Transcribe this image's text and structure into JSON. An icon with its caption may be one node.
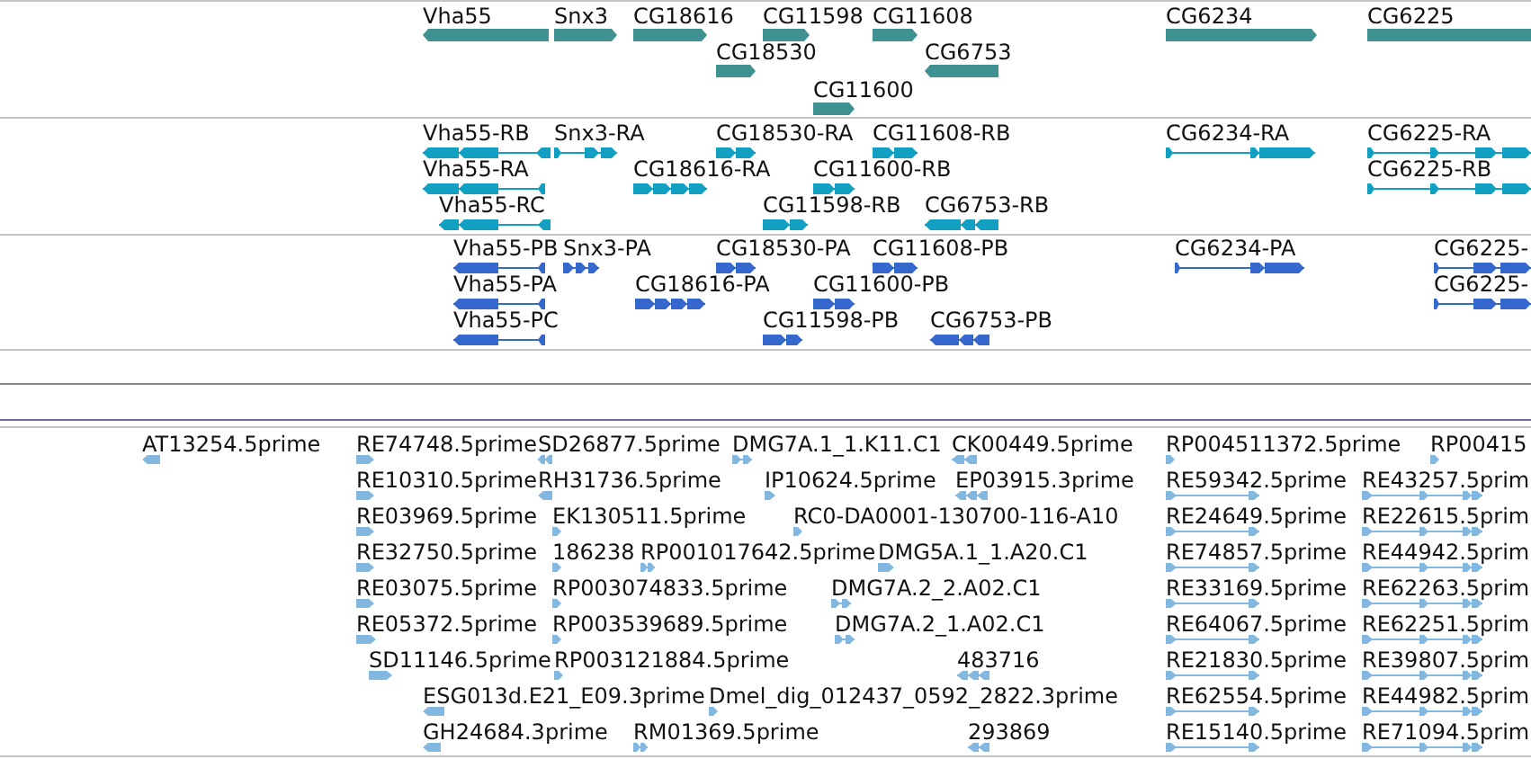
{
  "diagram": {
    "nodes": [
      {
        "text": [
          "Vha55"
        ]
      },
      {
        "text": [
          "Snx3"
        ]
      },
      {
        "text": [
          "CG18616"
        ]
      },
      {
        "text": [
          "CG11598"
        ]
      },
      {
        "text": [
          "CG11608"
        ]
      },
      {
        "text": [
          "CG6234"
        ]
      },
      {
        "text": [
          "CG6225"
        ]
      },
      {
        "text": [
          "CG18530"
        ]
      },
      {
        "text": [
          "CG6753"
        ]
      },
      {
        "text": [
          "CG11600"
        ]
      },
      {
        "text": [
          "Vha55-RB"
        ]
      },
      {
        "text": [
          "Snx3-RA"
        ]
      },
      {
        "text": [
          "CG18530-RA"
        ]
      },
      {
        "text": [
          "CG11608-RB"
        ]
      },
      {
        "text": [
          "CG6234-RA"
        ]
      },
      {
        "text": [
          "CG6225-RA"
        ]
      },
      {
        "text": [
          "Vha55-RA"
        ]
      },
      {
        "text": [
          "CG18616-RA"
        ]
      },
      {
        "text": [
          "CG11600-RB"
        ]
      },
      {
        "text": [
          "CG6225-RB"
        ]
      },
      {
        "text": [
          "Vha55-RC"
        ]
      },
      {
        "text": [
          "CG11598-RB"
        ]
      },
      {
        "text": [
          "CG6753-RB"
        ]
      },
      {
        "text": [
          "Vha55-PB"
        ]
      },
      {
        "text": [
          "Snx3-PA"
        ]
      },
      {
        "text": [
          "CG18530-PA"
        ]
      },
      {
        "text": [
          "CG11608-PB"
        ]
      },
      {
        "text": [
          "CG6234-PA"
        ]
      },
      {
        "text": [
          "CG6225-"
        ]
      },
      {
        "text": [
          "Vha55-PA"
        ]
      },
      {
        "text": [
          "CG18616-PA"
        ]
      },
      {
        "text": [
          "CG11600-PB"
        ]
      },
      {
        "text": [
          "CG6225-"
        ]
      },
      {
        "text": [
          "Vha55-PC"
        ]
      },
      {
        "text": [
          "CG11598-PB"
        ]
      },
      {
        "text": [
          "CG6753-PB"
        ]
      },
      {
        "text": [
          "AT13254.5prime"
        ]
      },
      {
        "text": [
          "RE74748.5prime"
        ]
      },
      {
        "text": [
          "SD26877.5prime"
        ]
      },
      {
        "text": [
          "DMG7A.1_1.K11.C1"
        ]
      },
      {
        "text": [
          "CK00449.5prime"
        ]
      },
      {
        "text": [
          "RP004511372.5prime"
        ]
      },
      {
        "text": [
          "RP00415"
        ]
      },
      {
        "text": [
          "RE10310.5prime"
        ]
      },
      {
        "text": [
          "RH31736.5prime"
        ]
      },
      {
        "text": [
          "IP10624.5prime"
        ]
      },
      {
        "text": [
          "EP03915.3prime"
        ]
      },
      {
        "text": [
          "RE59342.5prime"
        ]
      },
      {
        "text": [
          "RE43257.5prim"
        ]
      },
      {
        "text": [
          "RE03969.5prime"
        ]
      },
      {
        "text": [
          "EK130511.5prime"
        ]
      },
      {
        "text": [
          "RC0-DA0001-130700-116-A10"
        ]
      },
      {
        "text": [
          "RE24649.5prime"
        ]
      },
      {
        "text": [
          "RE22615.5prim"
        ]
      },
      {
        "text": [
          "RE32750.5prime"
        ]
      },
      {
        "text": [
          "186238"
        ]
      },
      {
        "text": [
          "RP001017642.5prime"
        ]
      },
      {
        "text": [
          "DMG5A.1_1.A20.C1"
        ]
      },
      {
        "text": [
          "RE74857.5prime"
        ]
      },
      {
        "text": [
          "RE44942.5prim"
        ]
      },
      {
        "text": [
          "RE03075.5prime"
        ]
      },
      {
        "text": [
          "RP003074833.5prime"
        ]
      },
      {
        "text": [
          "DMG7A.2_2.A02.C1"
        ]
      },
      {
        "text": [
          "RE33169.5prime"
        ]
      },
      {
        "text": [
          "RE62263.5prim"
        ]
      },
      {
        "text": [
          "RE05372.5prime"
        ]
      },
      {
        "text": [
          "RP003539689.5prime"
        ]
      },
      {
        "text": [
          "DMG7A.2_1.A02.C1"
        ]
      },
      {
        "text": [
          "RE64067.5prime"
        ]
      },
      {
        "text": [
          "RE62251.5prim"
        ]
      },
      {
        "text": [
          "SD11146.5prime"
        ]
      },
      {
        "text": [
          "RP003121884.5prime"
        ]
      },
      {
        "text": [
          "483716"
        ]
      },
      {
        "text": [
          "RE21830.5prime"
        ]
      },
      {
        "text": [
          "RE39807.5prim"
        ]
      },
      {
        "text": [
          "ESG013d.E21_E09.3prime"
        ]
      },
      {
        "text": [
          "Dmel_dig_012437_0592_2822.3prime"
        ]
      },
      {
        "text": [
          "RE62554.5prime"
        ]
      },
      {
        "text": [
          "RE44982.5prim"
        ]
      },
      {
        "text": [
          "GH24684.3prime"
        ]
      },
      {
        "text": [
          "RM01369.5prime"
        ]
      },
      {
        "text": [
          "293869"
        ]
      },
      {
        "text": [
          "RE15140.5prime"
        ]
      },
      {
        "text": [
          "RE71094.5prim"
        ]
      }
    ]
  }
}
